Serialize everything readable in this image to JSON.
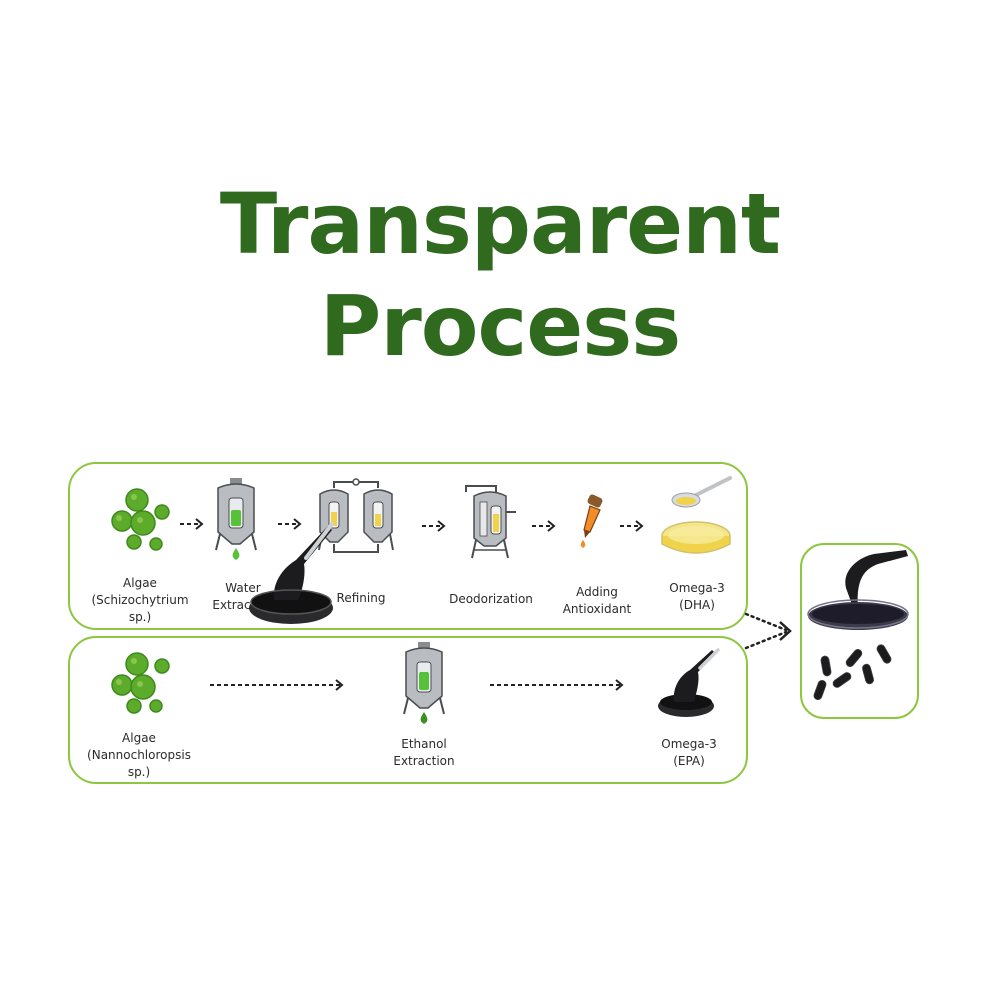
{
  "title": {
    "line1": "Transparent",
    "line2": "Process"
  },
  "colors": {
    "title": "#2f6a1f",
    "panel_border": "#8dc63f",
    "algae": "#5cab2a",
    "tank": "#b9bcc0",
    "oil": "#f0d34a",
    "liquid_green": "#57c13a",
    "black_oil": "#1c1c1e"
  },
  "dha_process": {
    "steps": [
      {
        "l1": "Algae",
        "l2": "(Schizochytrium",
        "l3": "sp.)",
        "icon": "algae-cluster-icon"
      },
      {
        "l1": "Water",
        "l2": "Extraction",
        "icon": "tank-green-icon"
      },
      {
        "l1": "Refining",
        "icon": "twin-tank-icon"
      },
      {
        "l1": "Deodorization",
        "icon": "deodorizer-tank-icon"
      },
      {
        "l1": "Adding",
        "l2": "Antioxidant",
        "icon": "dropper-icon"
      },
      {
        "l1": "Omega-3",
        "l2": "(DHA)",
        "icon": "oil-dish-icon"
      }
    ]
  },
  "epa_process": {
    "steps": [
      {
        "l1": "Algae",
        "l2": "(Nannochloropsis",
        "l3": "sp.)",
        "icon": "algae-cluster-icon"
      },
      {
        "l1": "Ethanol",
        "l2": "Extraction",
        "icon": "tank-green-icon"
      },
      {
        "l1": "Omega-3",
        "l2": "(EPA)",
        "icon": "black-oil-bowl-icon"
      }
    ]
  },
  "product": {
    "icon": "black-oil-capsules-icon"
  }
}
